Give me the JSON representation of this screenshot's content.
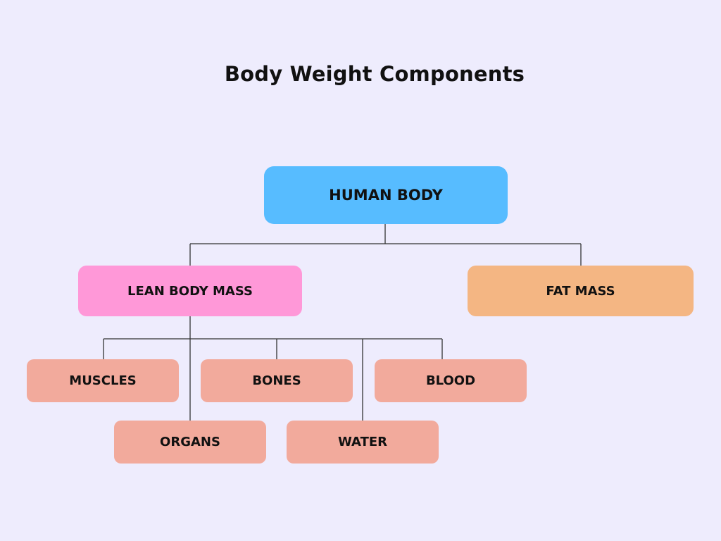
{
  "title": "Body Weight Components",
  "colors": {
    "background": "#eeecfd",
    "root": "#57bcff",
    "lean": "#ff98d8",
    "fat": "#f4b683",
    "leaf": "#f2aa9c",
    "line": "#333333"
  },
  "nodes": {
    "root": "HUMAN BODY",
    "lean_body_mass": "LEAN BODY MASS",
    "fat_mass": "FAT MASS",
    "muscles": "MUSCLES",
    "bones": "BONES",
    "blood": "BLOOD",
    "organs": "ORGANS",
    "water": "WATER"
  }
}
